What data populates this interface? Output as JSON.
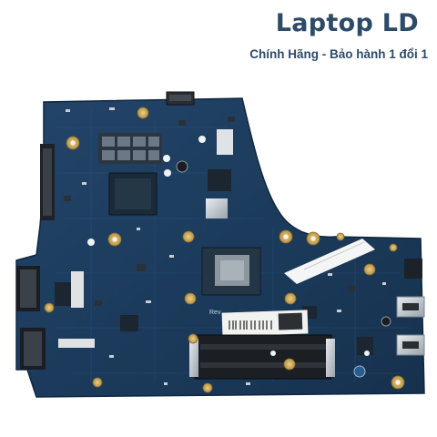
{
  "brand": {
    "title": "Laptop LD",
    "subtitle": "Chính Hãng - Bảo hành 1 đổi 1",
    "color": "#2d4a67"
  },
  "image": {
    "subject": "laptop-motherboard",
    "board_color": "#1d3d5e",
    "label_text": "Rev"
  }
}
